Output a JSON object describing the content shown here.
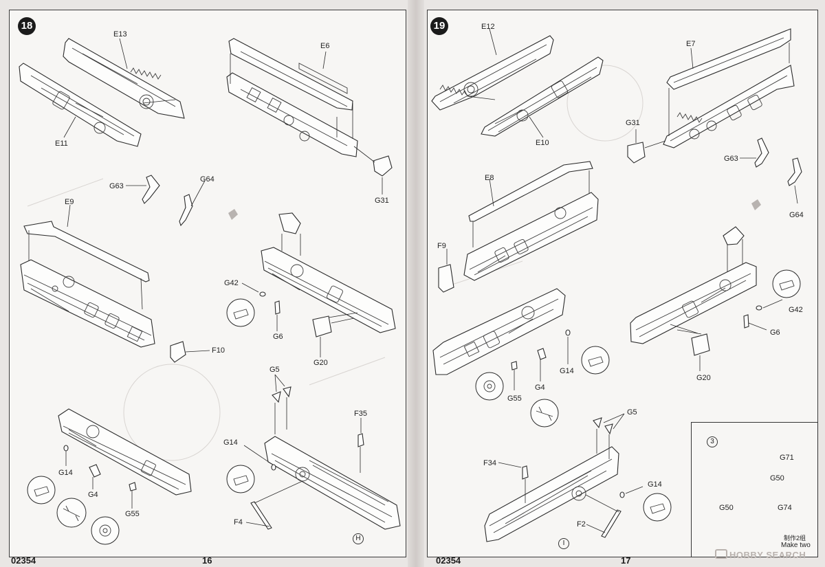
{
  "kit_code": "02354",
  "left_page": {
    "page_number": "16",
    "step_number": "18",
    "sub_marker": "H",
    "labels": {
      "e13": "E13",
      "e11": "E11",
      "e6": "E6",
      "g31": "G31",
      "g63": "G63",
      "g64": "G64",
      "e9": "E9",
      "f10": "F10",
      "g42": "G42",
      "g6": "G6",
      "g20": "G20",
      "g5": "G5",
      "f35": "F35",
      "g14_a": "G14",
      "g14_b": "G14",
      "g4": "G4",
      "g55": "G55",
      "f4": "F4"
    }
  },
  "right_page": {
    "page_number": "17",
    "step_number": "19",
    "sub_marker": "I",
    "labels": {
      "e12": "E12",
      "e10": "E10",
      "e7": "E7",
      "g31": "G31",
      "g63": "G63",
      "g64": "G64",
      "e8": "E8",
      "f9": "F9",
      "g42": "G42",
      "g6": "G6",
      "g20": "G20",
      "g14_a": "G14",
      "g55": "G55",
      "g4": "G4",
      "g5": "G5",
      "f34": "F34",
      "g14_b": "G14",
      "f2": "F2"
    },
    "inset": {
      "number": "3",
      "g71": "G71",
      "g50_a": "G50",
      "g50_b": "G50",
      "g74": "G74",
      "note_cn": "制作2组",
      "note_en": "Make two"
    }
  },
  "watermark": "HOBBY SEARCH"
}
